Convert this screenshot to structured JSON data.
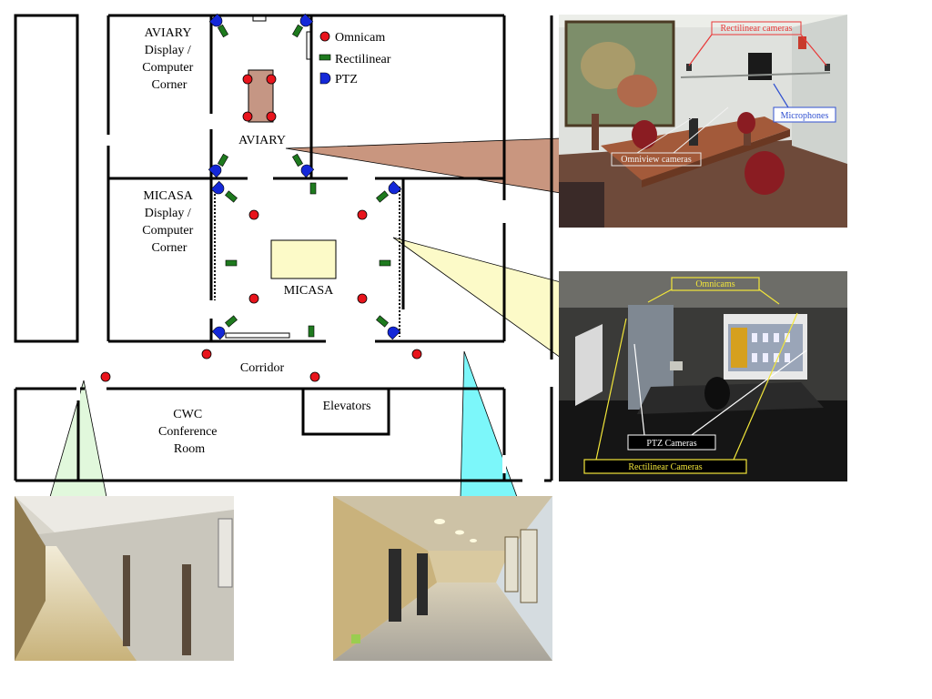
{
  "rooms": {
    "aviary_corner": [
      "AVIARY",
      "Display /",
      "Computer",
      "Corner"
    ],
    "aviary": "AVIARY",
    "micasa_corner": [
      "MICASA",
      "Display /",
      "Computer",
      "Corner"
    ],
    "micasa": "MICASA",
    "corridor": "Corridor",
    "elevators": "Elevators",
    "cwc": [
      "CWC",
      "Conference",
      "Room"
    ]
  },
  "legend": {
    "omnicam": "Omnicam",
    "rectilinear": "Rectilinear",
    "ptz": "PTZ"
  },
  "photos": {
    "aviary": {
      "rectilinear_label": "Rectilinear cameras",
      "microphones_label": "Microphones",
      "omniview_label": "Omniview cameras"
    },
    "micasa": {
      "omnicams_label": "Omnicams",
      "ptz_label": "PTZ Cameras",
      "rectilinear_label": "Rectilinear Cameras"
    }
  },
  "colors": {
    "omnicam": "#e8141c",
    "rectilinear": "#1e7a1e",
    "ptz": "#1428d8",
    "aviary_cone": "#c9967f",
    "micasa_cone": "#fcfac8",
    "cwc_cone": "#e1f8dc",
    "corridor_cone": "#7cf7fa",
    "table_aviary": "#c59684",
    "table_micasa": "#fcfac8",
    "callout_red": "#e83838",
    "callout_blue": "#3050d0",
    "callout_yellow": "#f2e63a"
  }
}
